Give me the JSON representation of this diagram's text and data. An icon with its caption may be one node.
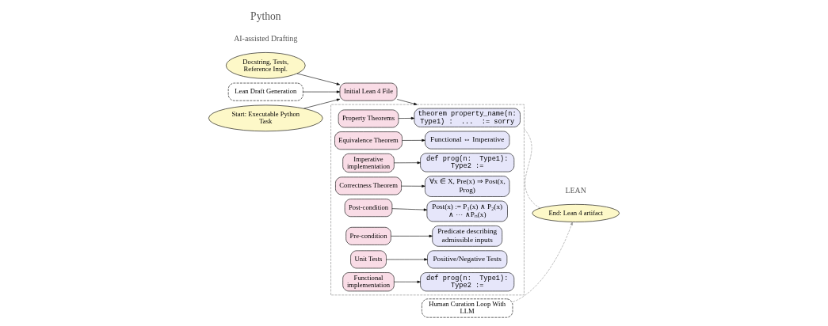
{
  "diagram": {
    "nodes": [
      {
        "text": [
          "Start: Executable Python Task"
        ]
      },
      {
        "text": [
          "Docstring, Tests, Reference Impl."
        ]
      },
      {
        "text": [
          "Lean Draft Generation"
        ]
      },
      {
        "text": [
          "Initial Lean 4 File"
        ]
      },
      {
        "text": [],
        "shape": "box"
      },
      {
        "text": [
          "Functional implementation"
        ],
        "in": 4
      },
      {
        "text": [
          "def prog(n:  Type1):  Type2 :="
        ],
        "in": 4
      },
      {
        "text": [
          "Unit Tests"
        ],
        "in": 4
      },
      {
        "text": [
          "Positive/Negative Tests"
        ],
        "in": 4
      },
      {
        "text": [
          "Pre-condition"
        ],
        "in": 4
      },
      {
        "text": [
          "Predicate describing admissible inputs"
        ],
        "in": 4
      },
      {
        "text": [
          "Property Theorems"
        ],
        "in": 4
      },
      {
        "text": [
          "theorem property_name(n: Type1) :  ...  := sorry"
        ],
        "in": 4
      },
      {
        "text": [
          "Post-condition"
        ],
        "in": 4
      },
      {
        "text": [
          "Post(x) := P₁(x) ∧ P₂(x) ∧ ··· ∧Pₙ(x)"
        ],
        "in": 4
      },
      {
        "text": [
          "Correctness Theorem"
        ],
        "in": 4
      },
      {
        "text": [
          "∀x ∈ X, Pre(x) ⇒ Post(x, Prog)"
        ],
        "in": 4
      },
      {
        "text": [
          "Imperative implementation"
        ],
        "in": 4
      },
      {
        "text": [
          "def prog(n:  Type1):  Type2 :="
        ],
        "in": 4
      },
      {
        "text": [
          "Equivalence Theorem"
        ],
        "in": 4
      },
      {
        "text": [
          "Functional ⇔ Imperative"
        ],
        "in": 4
      },
      {
        "text": [
          "End: Lean 4 artifact"
        ]
      },
      {
        "text": [
          "Human Curation Loop With LLM"
        ]
      }
    ],
    "edges": [
      {
        "from": 0,
        "to": 3,
        "arrow": "to"
      },
      {
        "from": 1,
        "to": 3,
        "arrow": "to"
      },
      {
        "from": 2,
        "to": 3,
        "arrow": "to"
      },
      {
        "from": 3,
        "to": 4,
        "arrow": "to"
      },
      {
        "from": 5,
        "to": 6,
        "arrow": "to"
      },
      {
        "from": 7,
        "to": 8,
        "arrow": "to"
      },
      {
        "from": 9,
        "to": 10,
        "arrow": "to"
      },
      {
        "from": 11,
        "to": 12,
        "arrow": "to"
      },
      {
        "from": 13,
        "to": 14,
        "arrow": "to"
      },
      {
        "from": 15,
        "to": 16,
        "arrow": "to"
      },
      {
        "from": 17,
        "to": 18,
        "arrow": "to"
      },
      {
        "from": 19,
        "to": 20,
        "arrow": "to"
      },
      {
        "from": 4,
        "to": 21,
        "arrow": "none",
        "style": "dashed",
        "color": "#999999"
      },
      {
        "from": 22,
        "to": 21,
        "arrow": "to",
        "style": "dashed",
        "color": "#999999"
      }
    ],
    "labels": [
      "AI-assisted Drafting",
      "Python",
      "LEAN"
    ]
  }
}
